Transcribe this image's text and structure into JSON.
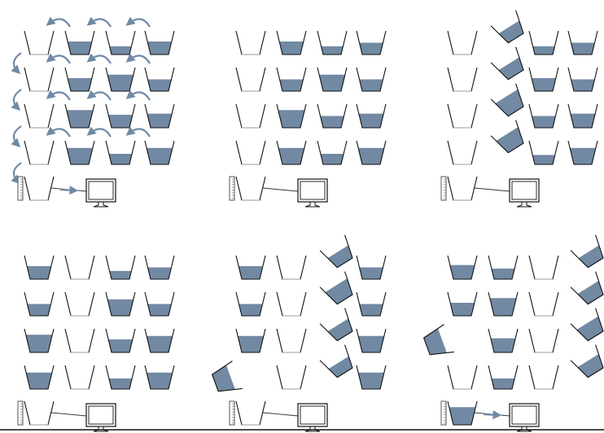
{
  "colors": {
    "water": "#7189a3",
    "arrow": "#6f8aa5",
    "line": "#111111",
    "empty_bottom": "#9a9a9a"
  },
  "panels": [
    {
      "name": "panel-1",
      "arrows": true,
      "readout_fill": 0,
      "readout_arrow": true,
      "extra_tilted": null,
      "grid": [
        [
          0,
          0.55,
          0.35,
          0.55
        ],
        [
          0,
          0.55,
          0.7,
          0.5
        ],
        [
          0,
          0.75,
          0.55,
          0.6
        ],
        [
          0,
          0.7,
          0.45,
          0.7
        ]
      ],
      "tilted_col": null
    },
    {
      "name": "panel-2",
      "arrows": false,
      "readout_fill": 0,
      "readout_arrow": false,
      "extra_tilted": null,
      "grid": [
        [
          0,
          0.55,
          0.35,
          0.5
        ],
        [
          0,
          0.5,
          0.7,
          0.5
        ],
        [
          0,
          0.75,
          0.5,
          0.6
        ],
        [
          0,
          0.7,
          0.45,
          0.7
        ]
      ],
      "tilted_col": null
    },
    {
      "name": "panel-3",
      "arrows": false,
      "readout_fill": 0,
      "readout_arrow": false,
      "extra_tilted": null,
      "grid": [
        [
          0,
          0.55,
          0.35,
          0.5
        ],
        [
          0,
          0.55,
          0.55,
          0.5
        ],
        [
          0,
          0.75,
          0.5,
          0.6
        ],
        [
          0,
          0.7,
          0.4,
          0.7
        ]
      ],
      "tilted_col": 1
    },
    {
      "name": "panel-4",
      "arrows": false,
      "readout_fill": 0,
      "readout_arrow": false,
      "extra_tilted": null,
      "grid": [
        [
          0.55,
          0,
          0.35,
          0.5
        ],
        [
          0.5,
          0,
          0.7,
          0.5
        ],
        [
          0.75,
          0,
          0.55,
          0.7
        ],
        [
          0.7,
          0,
          0.45,
          0.7
        ]
      ],
      "tilted_col": null
    },
    {
      "name": "panel-5",
      "arrows": false,
      "readout_fill": 0,
      "readout_arrow": false,
      "extra_tilted": {
        "row": 3,
        "fill": 0.7
      },
      "grid": [
        [
          0.55,
          0,
          0.55,
          0.5
        ],
        [
          0.5,
          0,
          0.7,
          0.5
        ],
        [
          0.7,
          0,
          0.55,
          0.7
        ],
        [
          null,
          0,
          0.45,
          0.7
        ]
      ],
      "tilted_col": 2
    },
    {
      "name": "panel-6",
      "arrows": false,
      "readout_fill": 0.75,
      "readout_arrow": true,
      "extra_tilted": {
        "row": 2,
        "fill": 0.7
      },
      "grid": [
        [
          0.6,
          0.45,
          0,
          0.55
        ],
        [
          0.55,
          0.75,
          0,
          0.6
        ],
        [
          null,
          0.6,
          0,
          0.65
        ],
        [
          0,
          0.45,
          0,
          0.6
        ]
      ],
      "tilted_col": 3
    }
  ]
}
